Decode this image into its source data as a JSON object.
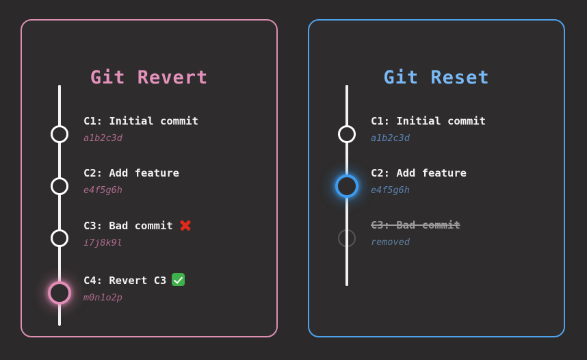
{
  "theme": {
    "page_bg": "#2b2929",
    "card_bg": "#2e2c2c",
    "revert_accent": "#dd8fb4",
    "reset_accent": "#4ea3ec",
    "rail_color": "#f2f2f2",
    "text_color": "#f2f2f2",
    "error_color": "#e02a1c",
    "success_color": "#3fb14a"
  },
  "panels": {
    "revert": {
      "title": "Git Revert",
      "commits": [
        {
          "message": "C1: Initial commit",
          "hash": "a1b2c3d",
          "node": "plain",
          "status_icon": ""
        },
        {
          "message": "C2: Add feature",
          "hash": "e4f5g6h",
          "node": "plain",
          "status_icon": ""
        },
        {
          "message": "C3: Bad commit",
          "hash": "i7j8k9l",
          "node": "plain",
          "status_icon": "cross-mark-icon"
        },
        {
          "message": "C4: Revert C3",
          "hash": "m0n1o2p",
          "node": "highlight",
          "status_icon": "check-mark-icon"
        }
      ]
    },
    "reset": {
      "title": "Git Reset",
      "commits": [
        {
          "message": "C1: Initial commit",
          "hash": "a1b2c3d",
          "node": "plain",
          "status_icon": ""
        },
        {
          "message": "C2: Add feature",
          "hash": "e4f5g6h",
          "node": "highlight",
          "status_icon": ""
        },
        {
          "message": "C3: Bad commit",
          "hash": "removed",
          "node": "ghost",
          "status_icon": ""
        }
      ]
    }
  }
}
